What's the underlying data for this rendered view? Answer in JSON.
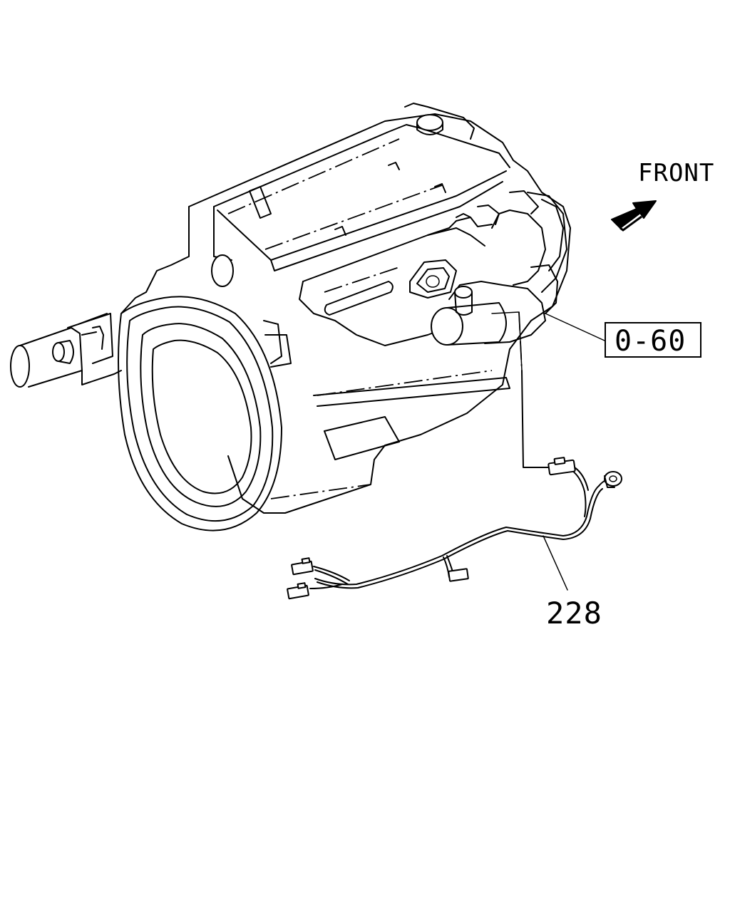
{
  "labels": {
    "front": "FRONT",
    "reference": "0-60",
    "part_number": "228"
  },
  "icons": {
    "direction_arrow": "front-direction-arrow-icon"
  },
  "colors": {
    "line": "#000000",
    "background": "#ffffff"
  }
}
